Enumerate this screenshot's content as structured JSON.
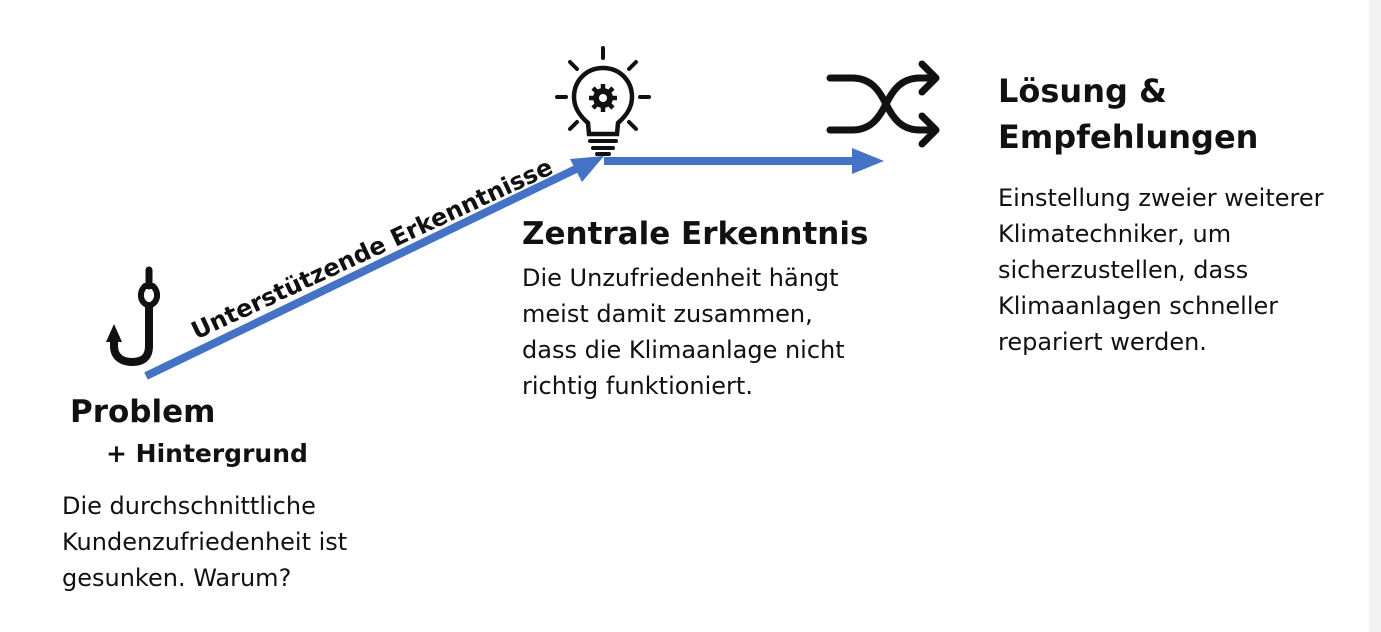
{
  "problem": {
    "heading": "Problem",
    "subheading": "+ Hintergrund",
    "body_lines": [
      "Die durchschnittliche",
      "Kundenzufriedenheit ist",
      "gesunken. Warum?"
    ],
    "icon": "hook-icon"
  },
  "arrow_label": "Unterstützende Erkenntnisse",
  "insight": {
    "heading": "Zentrale Erkenntnis",
    "body_lines": [
      "Die Unzufriedenheit hängt",
      "meist damit zusammen,",
      "dass die Klimaanlage nicht",
      "richtig funktioniert."
    ],
    "icon": "lightbulb-gear-icon"
  },
  "solution": {
    "heading_lines": [
      "Lösung &",
      "Empfehlungen"
    ],
    "body_lines": [
      "Einstellung zweier weiterer",
      "Klimatechniker, um",
      "sicherzustellen, dass",
      "Klimaanlagen schneller",
      "repariert werden."
    ],
    "icon": "shuffle-icon"
  },
  "colors": {
    "arrow": "#4472C4",
    "text": "#111111",
    "background": "#ffffff"
  }
}
